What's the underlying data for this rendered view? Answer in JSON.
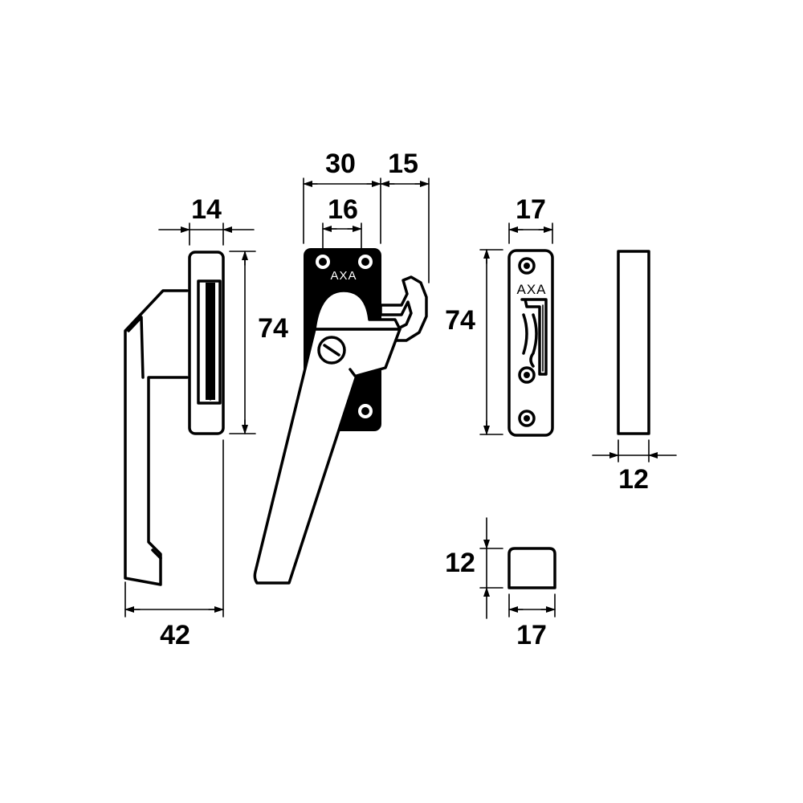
{
  "dimensions": {
    "side_bracket_width": "14",
    "side_height": "74",
    "handle_reach": "42",
    "plate_width": "30",
    "hook_projection": "15",
    "hole_spacing": "16",
    "keeper_width": "17",
    "keeper_height": "74",
    "spacer_width": "12",
    "block_height": "12",
    "block_width": "17"
  },
  "brand": {
    "plate_mark": "AXA",
    "keeper_mark": "AXA"
  },
  "colors": {
    "line": "#000000",
    "background": "#ffffff"
  }
}
